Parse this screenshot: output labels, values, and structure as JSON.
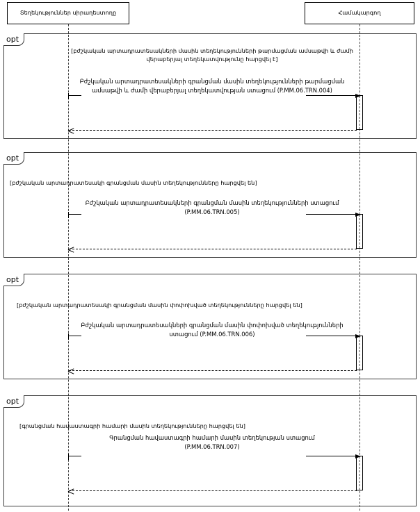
{
  "diagram": {
    "type": "uml-sequence-diagram",
    "lifelines": [
      {
        "id": "requester",
        "label": "Տեղեկություններ սիրաղեստողը"
      },
      {
        "id": "coordinator",
        "label": "Համակարգող"
      }
    ],
    "fragments": [
      {
        "operator": "opt",
        "guard": "[բժշկական արտադրատեսակների մասին տեղեկությունների թարմացման ամսաթվի և ժամի վերաբերյալ տեղեկատվությունը հարցվել է]",
        "message": {
          "text": "Բժշկական արտադրատեսակների գրանցման մասին տեղեկությունների թարմացման ամսաթվի և ժամի վերաբերյալ տեղեկատվության ստացում (P.MM.06.TRN.004)",
          "code": "P.MM.06.TRN.004",
          "direction": "request",
          "return": "response"
        }
      },
      {
        "operator": "opt",
        "guard": "[բժշկական արտադրատեսակի գրանցման մասին տեղեկությունները հարցվել են]",
        "message": {
          "text": "Բժշկական արտադրատեսակների գրանցման մասին տեղեկությունների ստացում (P.MM.06.TRN.005)",
          "code": "P.MM.06.TRN.005",
          "direction": "request",
          "return": "response"
        }
      },
      {
        "operator": "opt",
        "guard": "[բժշկական արտադրատեսակի գրանցման մասին փոփոխված տեղեկությունները հարցվել են]",
        "message": {
          "text": "Բժշկական արտադրատեսակների գրանցման մասին փոփոխված տեղեկությունների ստացում (P.MM.06.TRN.006)",
          "code": "P.MM.06.TRN.006",
          "direction": "request",
          "return": "response"
        }
      },
      {
        "operator": "opt",
        "guard": "[գրանցման հավաստագրի համարի մասին տեղեկությունները հարցվել են]",
        "message": {
          "text": "Գրանցման հավաստագրի համարի մասին տեղեկության ստացում (P.MM.06.TRN.007)",
          "code": "P.MM.06.TRN.007",
          "direction": "request",
          "return": "response"
        }
      }
    ]
  }
}
